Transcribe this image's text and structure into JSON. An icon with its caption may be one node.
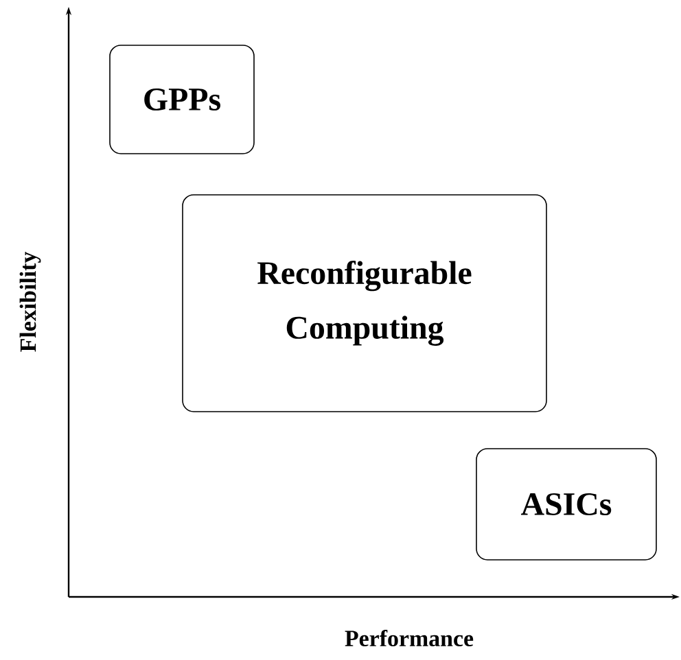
{
  "diagram": {
    "nodes": [
      {
        "text": [
          "GPPs"
        ]
      },
      {
        "text": [
          "Reconfigurable Computing"
        ]
      },
      {
        "text": [
          "ASICs"
        ]
      }
    ],
    "labels": [
      "Flexibility",
      "Performance"
    ]
  }
}
